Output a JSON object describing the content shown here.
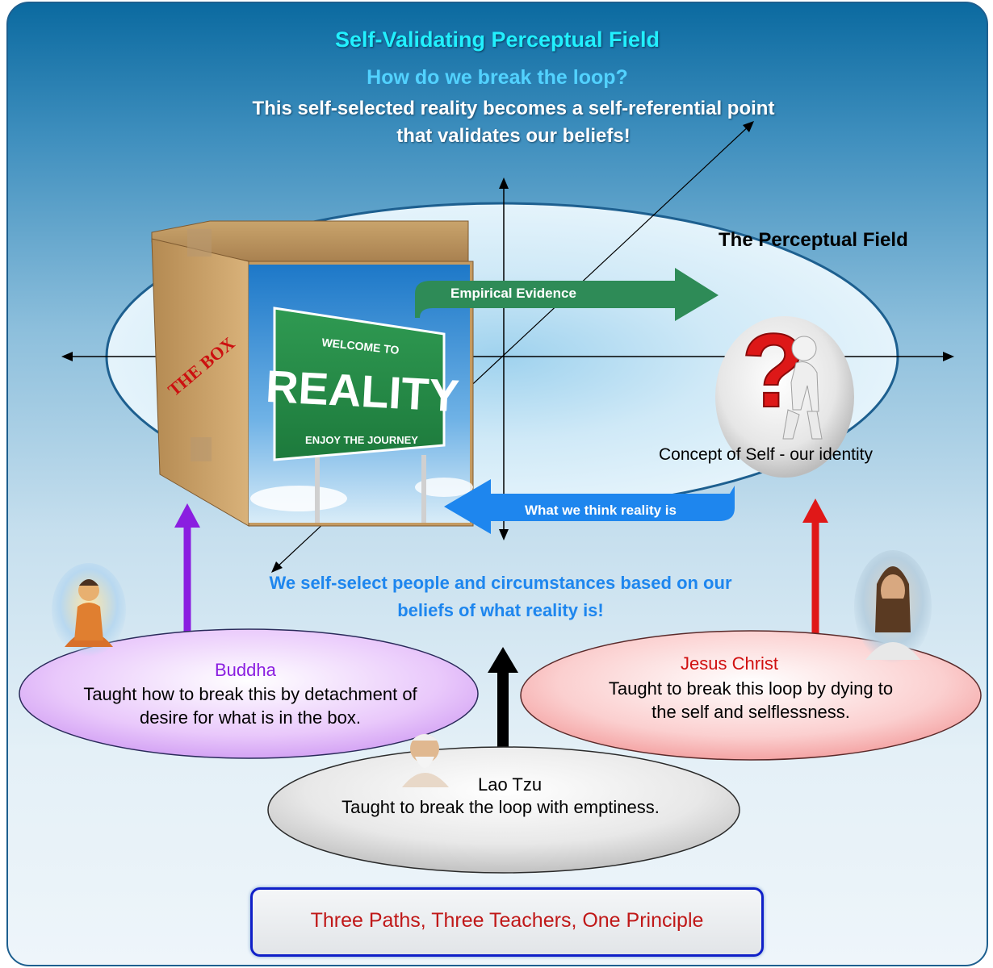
{
  "header": {
    "title": "Self-Validating Perceptual Field",
    "question": "How do we break the loop?",
    "subtitle_line1": "This self-selected reality becomes a self-referential point",
    "subtitle_line2": "that validates our beliefs!"
  },
  "field": {
    "label": "The Perceptual Field",
    "box_label": "THE BOX",
    "sign": {
      "line1": "WELCOME TO",
      "line2": "REALITY",
      "line3": "ENJOY THE JOURNEY"
    },
    "arrow_top_label": "Empirical Evidence",
    "arrow_bottom_label": "What we think reality is",
    "self_label": "Concept of Self - our identity",
    "question_mark": "?"
  },
  "select_text": {
    "line1": "We self-select people and circumstances based on our",
    "line2": "beliefs of what reality is!"
  },
  "teachers": {
    "buddha": {
      "name": "Buddha",
      "line1": "Taught how to break this by detachment of",
      "line2": "desire for what is in the box."
    },
    "jesus": {
      "name": "Jesus Christ",
      "line1": "Taught to break this loop by dying to",
      "line2": "the self and selflessness."
    },
    "laotzu": {
      "name": "Lao Tzu",
      "line1": "Taught to break the loop with emptiness."
    }
  },
  "footer": {
    "text": "Three Paths, Three Teachers, One Principle"
  },
  "colors": {
    "title": "#22f0ff",
    "question": "#52d2ff",
    "empirical_arrow": "#2e8b57",
    "reality_arrow": "#1e86ee",
    "buddha_arrow": "#8a1ee0",
    "jesus_arrow": "#e01818",
    "footer_text": "#c01818"
  }
}
